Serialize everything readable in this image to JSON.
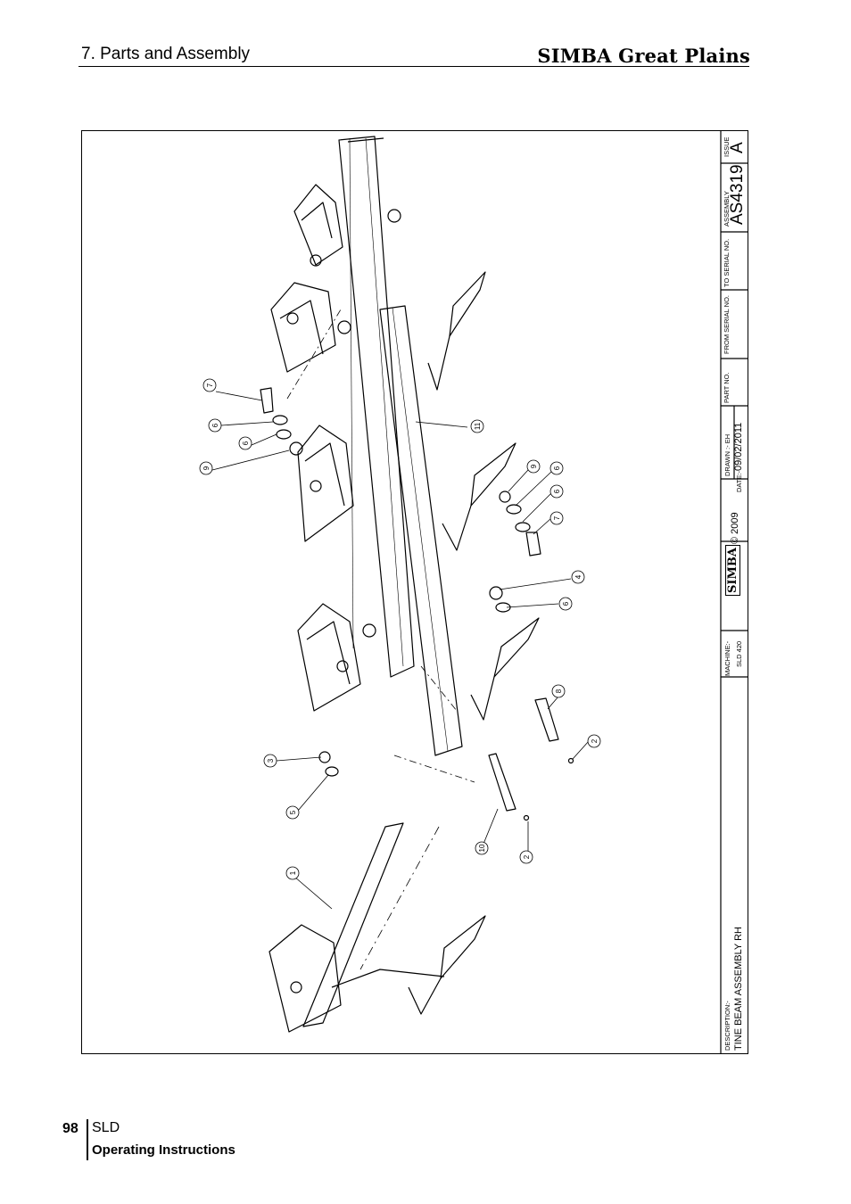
{
  "header": {
    "section_title": "7. Parts and Assembly",
    "brand": "SIMBA Great Plains"
  },
  "title_block": {
    "issue_label": "ISSUE",
    "issue_value": "A",
    "assembly_label": "ASSEMBLY",
    "assembly_value": "AS4319",
    "to_serial_label": "TO SERIAL NO.",
    "from_serial_label": "FROM SERIAL NO.",
    "part_no_label": "PART NO.",
    "drawn_label": "DRAWN :- EH",
    "date_label": "DATE:-",
    "date_value": "09/02/2011",
    "logo_text": "SIMBA",
    "copyright": "© 2009",
    "machine_label": "MACHINE:-",
    "machine_value": "SLD 420",
    "description_label": "DESCRIPTION:-",
    "description_value": "TINE BEAM ASSEMBLY RH"
  },
  "callouts": [
    "7",
    "6",
    "6",
    "9",
    "11",
    "9",
    "6",
    "6",
    "7",
    "4",
    "6",
    "8",
    "2",
    "3",
    "5",
    "10",
    "2",
    "1"
  ],
  "footer": {
    "page_number": "98",
    "model": "SLD",
    "subtitle": "Operating Instructions"
  }
}
